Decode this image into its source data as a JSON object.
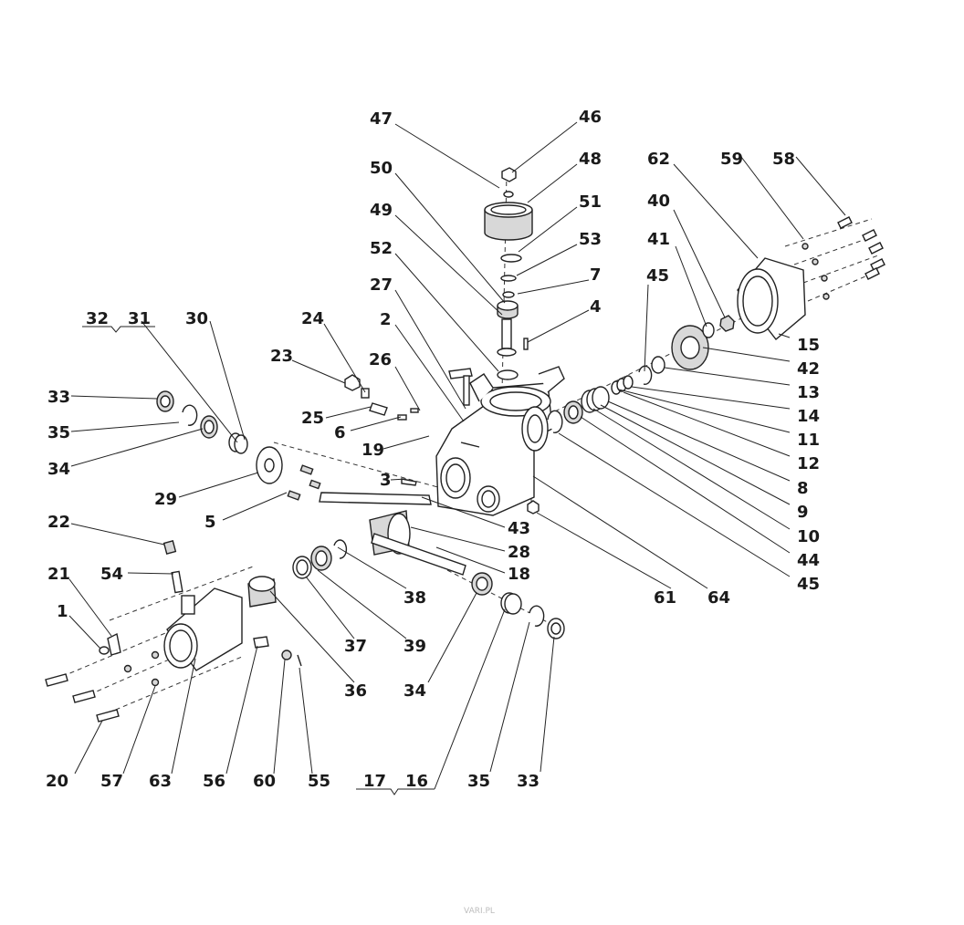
{
  "diagram": {
    "watermark": "VARI.PL",
    "callouts": [
      "1",
      "2",
      "3",
      "4",
      "5",
      "6",
      "7",
      "8",
      "9",
      "10",
      "11",
      "12",
      "13",
      "14",
      "15",
      "16",
      "17",
      "18",
      "19",
      "20",
      "21",
      "22",
      "23",
      "24",
      "25",
      "26",
      "27",
      "28",
      "29",
      "30",
      "31",
      "32",
      "33",
      "34",
      "35",
      "36",
      "37",
      "38",
      "39",
      "40",
      "41",
      "42",
      "43",
      "44",
      "45",
      "46",
      "47",
      "48",
      "49",
      "50",
      "51",
      "52",
      "53",
      "54",
      "55",
      "56",
      "57",
      "58",
      "59",
      "60",
      "61",
      "62",
      "63",
      "64"
    ],
    "labels": {
      "n1": "1",
      "n2": "2",
      "n3": "3",
      "n4": "4",
      "n5": "5",
      "n6": "6",
      "n7": "7",
      "n8": "8",
      "n9": "9",
      "n10": "10",
      "n11": "11",
      "n12": "12",
      "n13": "13",
      "n14": "14",
      "n15": "15",
      "n16": "16",
      "n17": "17",
      "n18": "18",
      "n19": "19",
      "n20": "20",
      "n21": "21",
      "n22": "22",
      "n23": "23",
      "n24": "24",
      "n25": "25",
      "n26": "26",
      "n27": "27",
      "n28": "28",
      "n29": "29",
      "n30": "30",
      "n31": "31",
      "n32": "32",
      "n33a": "33",
      "n33b": "33",
      "n34a": "34",
      "n34b": "34",
      "n35a": "35",
      "n35b": "35",
      "n36": "36",
      "n37": "37",
      "n38": "38",
      "n39": "39",
      "n40": "40",
      "n41": "41",
      "n42": "42",
      "n43": "43",
      "n44": "44",
      "n45a": "45",
      "n45b": "45",
      "n46": "46",
      "n47": "47",
      "n48": "48",
      "n49": "49",
      "n50": "50",
      "n51": "51",
      "n52": "52",
      "n53": "53",
      "n54": "54",
      "n55": "55",
      "n56": "56",
      "n57": "57",
      "n58": "58",
      "n59": "59",
      "n60": "60",
      "n61": "61",
      "n62": "62",
      "n63": "63",
      "n64": "64"
    }
  }
}
